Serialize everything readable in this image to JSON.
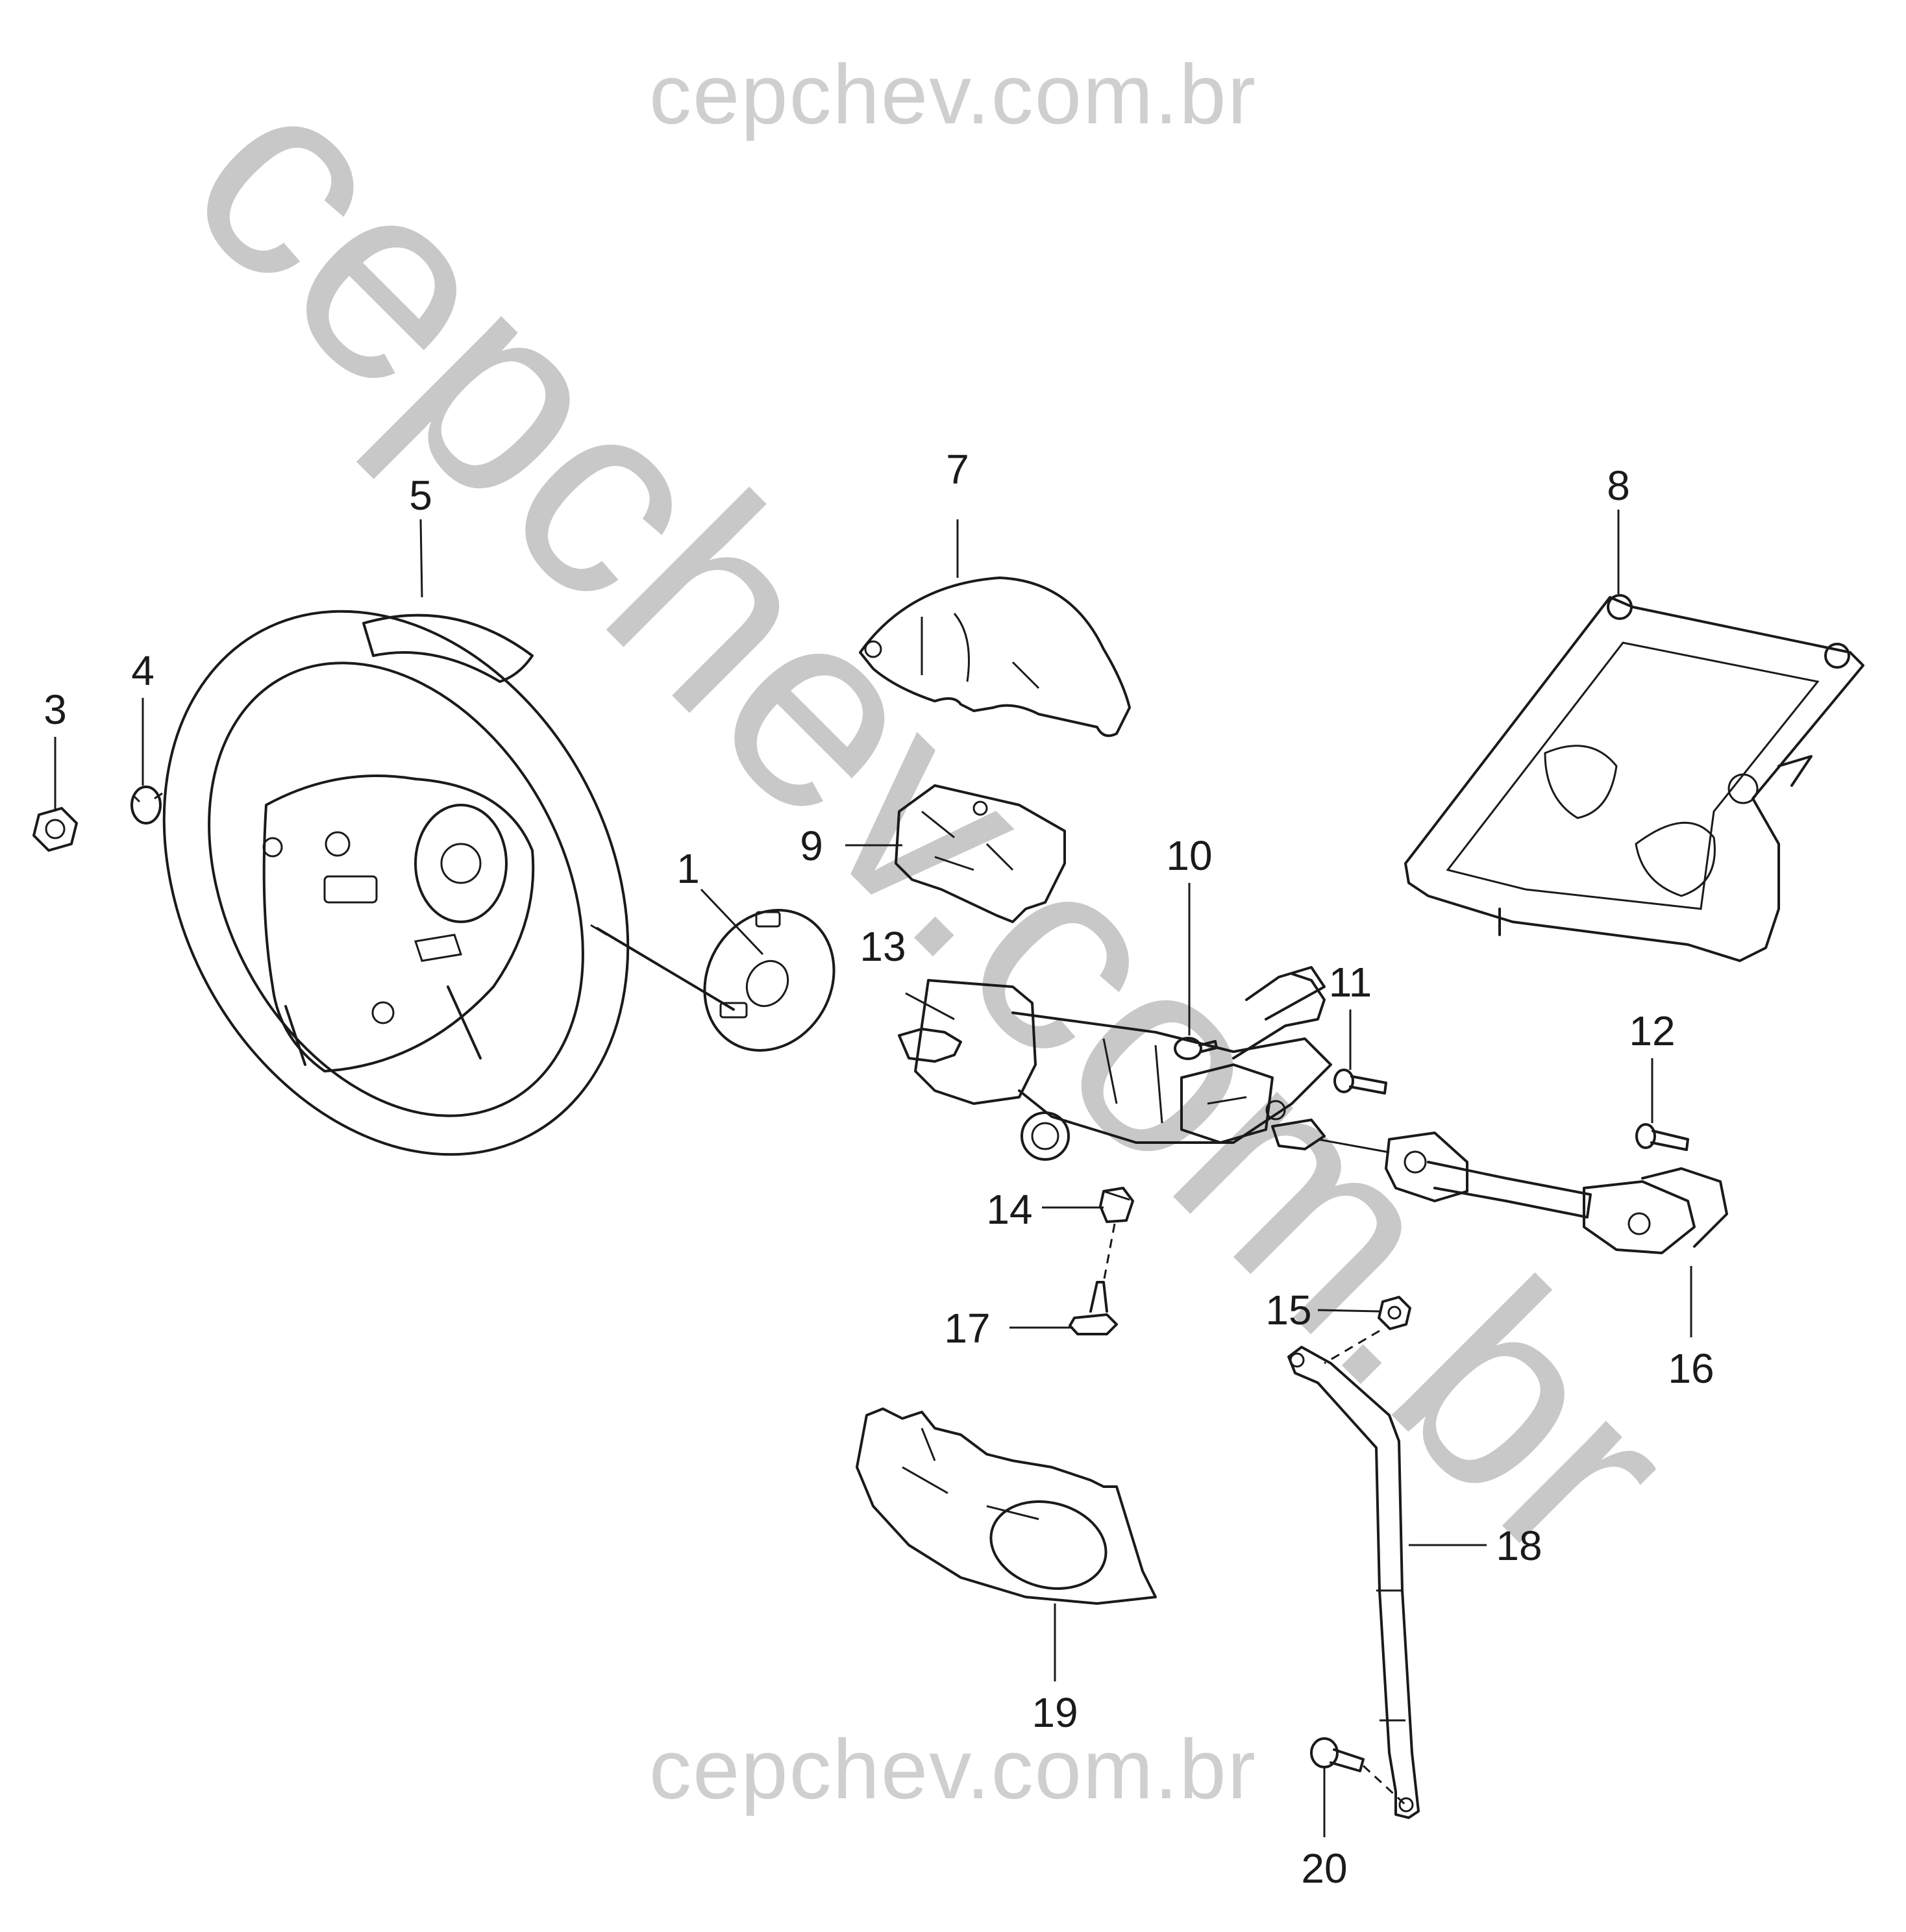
{
  "watermark": {
    "top": "cepchev.com.br",
    "diagonal": "cepchev.com.br",
    "bottom": "cepchev.com.br"
  },
  "callouts": [
    {
      "id": "c1",
      "label": "1"
    },
    {
      "id": "c3",
      "label": "3"
    },
    {
      "id": "c4",
      "label": "4"
    },
    {
      "id": "c5",
      "label": "5"
    },
    {
      "id": "c7",
      "label": "7"
    },
    {
      "id": "c8",
      "label": "8"
    },
    {
      "id": "c9",
      "label": "9"
    },
    {
      "id": "c10",
      "label": "10"
    },
    {
      "id": "c11",
      "label": "11"
    },
    {
      "id": "c12",
      "label": "12"
    },
    {
      "id": "c13",
      "label": "13"
    },
    {
      "id": "c14",
      "label": "14"
    },
    {
      "id": "c15",
      "label": "15"
    },
    {
      "id": "c16",
      "label": "16"
    },
    {
      "id": "c17",
      "label": "17"
    },
    {
      "id": "c18",
      "label": "18"
    },
    {
      "id": "c19",
      "label": "19"
    },
    {
      "id": "c20",
      "label": "20"
    }
  ]
}
